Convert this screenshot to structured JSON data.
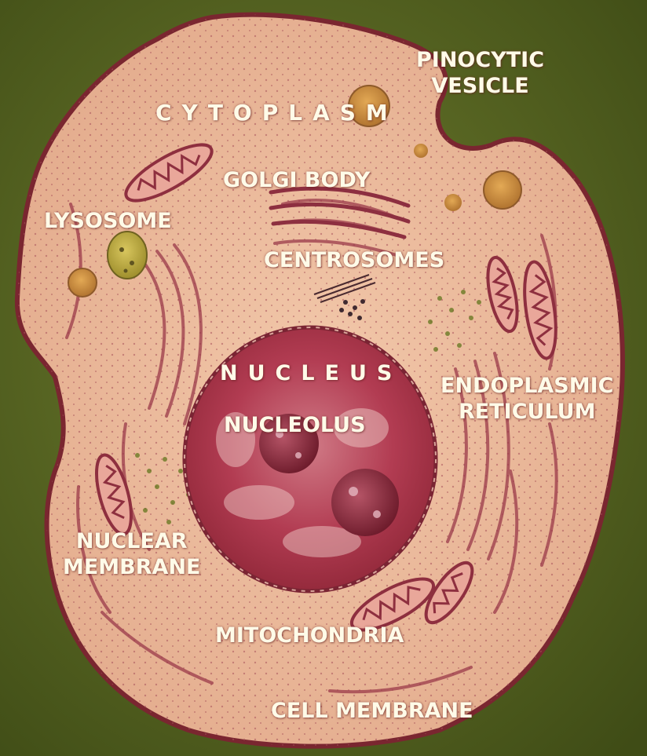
{
  "labels": {
    "cytoplasm": "CYTOPLASM",
    "pinocytic_line1": "PINOCYTIC",
    "pinocytic_line2": "VESICLE",
    "golgi_body": "GOLGI BODY",
    "lysosome": "LYSOSOME",
    "centrosomes": "CENTROSOMES",
    "nucleus": "NUCLEUS",
    "nucleolus": "NUCLEOLUS",
    "er_line1": "ENDOPLASMIC",
    "er_line2": "RETICULUM",
    "nuclear_line1": "NUCLEAR",
    "nuclear_line2": "MEMBRANE",
    "mitochondria": "MITOCHONDRIA",
    "cell_membrane": "CELL MEMBRANE"
  },
  "colors": {
    "background": "#55651f",
    "cytoplasm": "#edbc9e",
    "cell_outline": "#7a2630",
    "nucleus": "#b23c52",
    "nucleolus": "#7e2031",
    "organelle": "#9b3a4a",
    "vesicle": "#c98a3c",
    "lysosome": "#bfa843",
    "label": "#fffbe8"
  }
}
